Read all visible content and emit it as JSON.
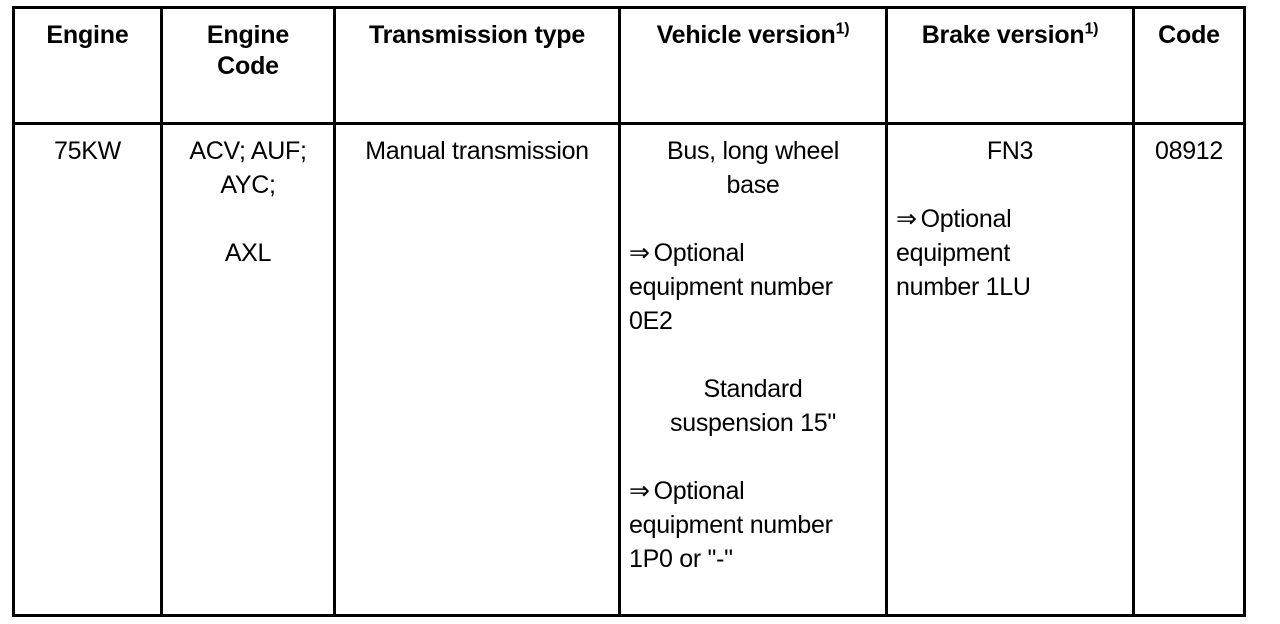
{
  "table": {
    "columns": [
      {
        "key": "engine",
        "header": "Engine",
        "footnote": ""
      },
      {
        "key": "engine_code",
        "header_line1": "Engine",
        "header_line2": "Code",
        "header": "Engine Code",
        "footnote": ""
      },
      {
        "key": "transmission",
        "header": "Transmission type",
        "footnote": ""
      },
      {
        "key": "vehicle",
        "header": "Vehicle version",
        "footnote": "1)"
      },
      {
        "key": "brake",
        "header": "Brake version",
        "footnote": "1)"
      },
      {
        "key": "code",
        "header": "Code",
        "footnote": ""
      }
    ],
    "row": {
      "engine": "75KW",
      "engine_code": {
        "line1": "ACV; AUF;",
        "line2": "AYC;",
        "line3": "AXL"
      },
      "transmission": "Manual transmission",
      "vehicle": {
        "title_line1": "Bus, long wheel",
        "title_line2": "base",
        "note1_arrow": "⇒",
        "note1_line1": "Optional",
        "note1_line2": "equipment number",
        "note1_line3": "0E2",
        "sub_title_line1": "Standard",
        "sub_title_line2": "suspension 15\"",
        "note2_arrow": "⇒",
        "note2_line1": "Optional",
        "note2_line2": "equipment number",
        "note2_line3": "1P0 or \"-\""
      },
      "brake": {
        "title": "FN3",
        "note_arrow": "⇒",
        "note_line1": "Optional",
        "note_line2": "equipment",
        "note_line3": "number 1LU"
      },
      "code": "08912"
    }
  },
  "colors": {
    "border": "#000000",
    "text": "#000000",
    "background": "#ffffff"
  }
}
